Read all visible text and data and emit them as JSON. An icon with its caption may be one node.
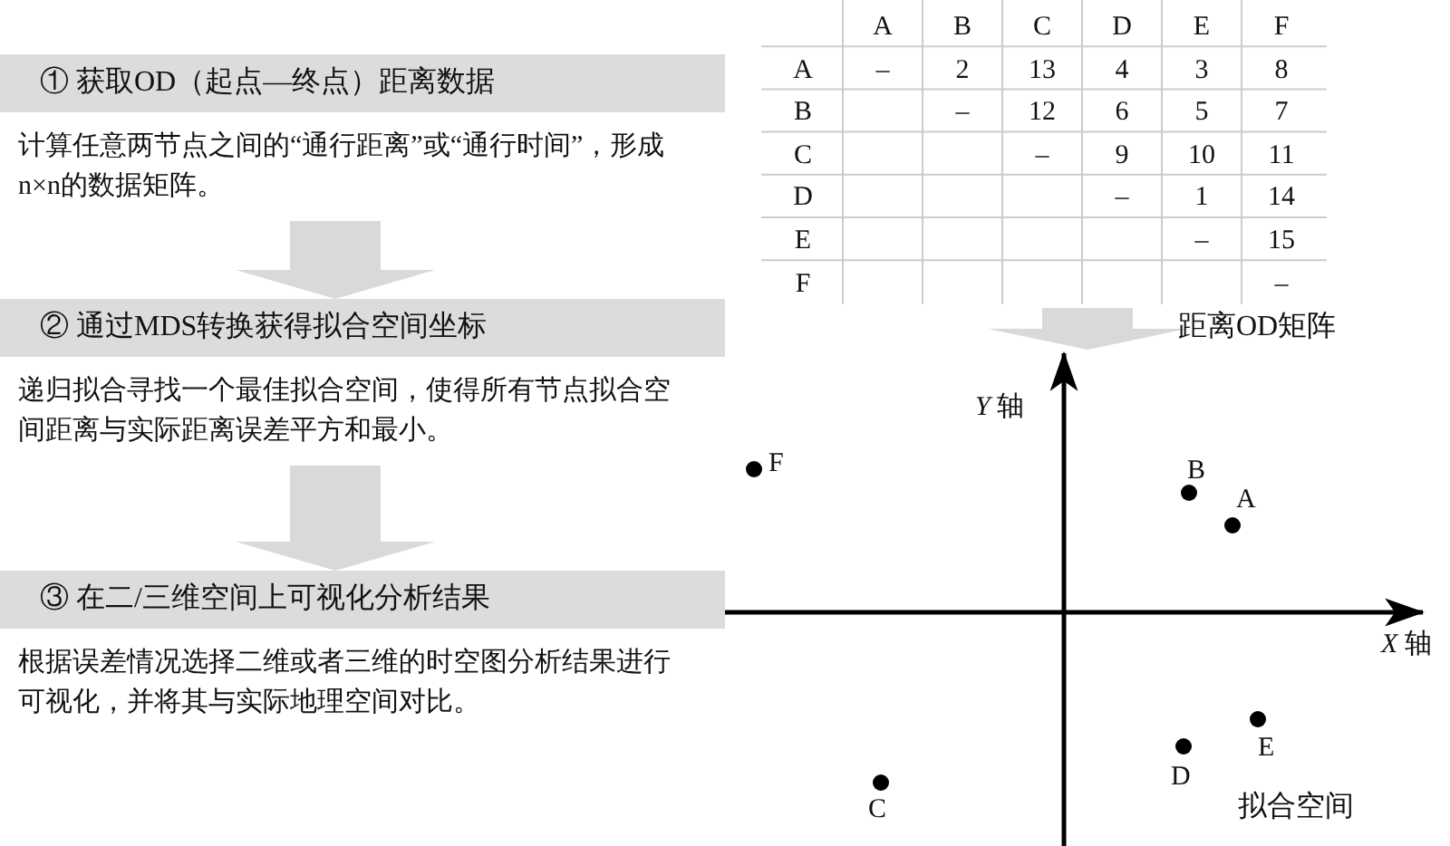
{
  "diagram": {
    "nodes": [
      {
        "text": [
          "① 获取OD（起点—终点）距离数据",
          "计算任意两节点之间的“通行距离”或“通行时间”，形成 n×n的数据矩阵。"
        ]
      },
      {
        "text": [
          "② 通过MDS转换获得拟合空间坐标",
          "递归拟合寻找一个最佳拟合空间，使得所有节点拟合空间距离与实际距离误差平方和最小。"
        ]
      },
      {
        "text": [
          "③ 在二/三维空间上可视化分析结果",
          "根据误差情况选择二维或者三维的时空图分析结果进行可视化，并将其与实际地理空间对比。"
        ]
      },
      {
        "text": [],
        "shape": "table",
        "beside": [
          "距离OD矩阵"
        ]
      },
      {
        "text": [
          "拟合空间"
        ]
      }
    ],
    "edges": [
      {
        "from": 0,
        "to": 1,
        "arrow": "to"
      },
      {
        "from": 1,
        "to": 2,
        "arrow": "to"
      },
      {
        "from": 3,
        "to": 4,
        "arrow": "to"
      }
    ],
    "labels": [
      "A",
      "B",
      "C",
      "D",
      "E",
      "F",
      "A",
      "–",
      "2",
      "13",
      "4",
      "3",
      "8",
      "B",
      "–",
      "12",
      "6",
      "5",
      "7",
      "C",
      "–",
      "9",
      "10",
      "11",
      "D",
      "–",
      "1",
      "14",
      "E",
      "–",
      "15",
      "F",
      "–",
      "*Y* 轴",
      "F",
      "B",
      "A",
      "*X* 轴",
      "E",
      "D",
      "C"
    ]
  }
}
